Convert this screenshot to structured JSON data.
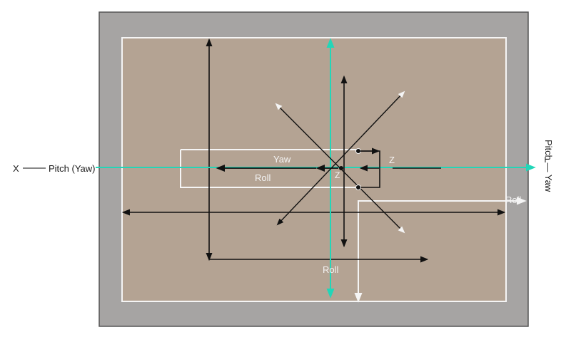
{
  "labels": {
    "x_axis": "X",
    "pitch_yaw": "Pitch (Yaw)",
    "yaw": "Yaw",
    "roll_inner": "Roll",
    "z_center": "Z",
    "z_right": "Z",
    "roll_right": "Roll",
    "roll_bottom": "Roll",
    "pitch_mirrored": "Pitch — Yaw"
  },
  "colors": {
    "page_background": "#ffffff",
    "outer_frame": "#a6a4a3",
    "inner_panel": "#b4a393",
    "white_line": "#f5f5f5",
    "black_line": "#111111",
    "teal_axis": "#22d6b8"
  }
}
